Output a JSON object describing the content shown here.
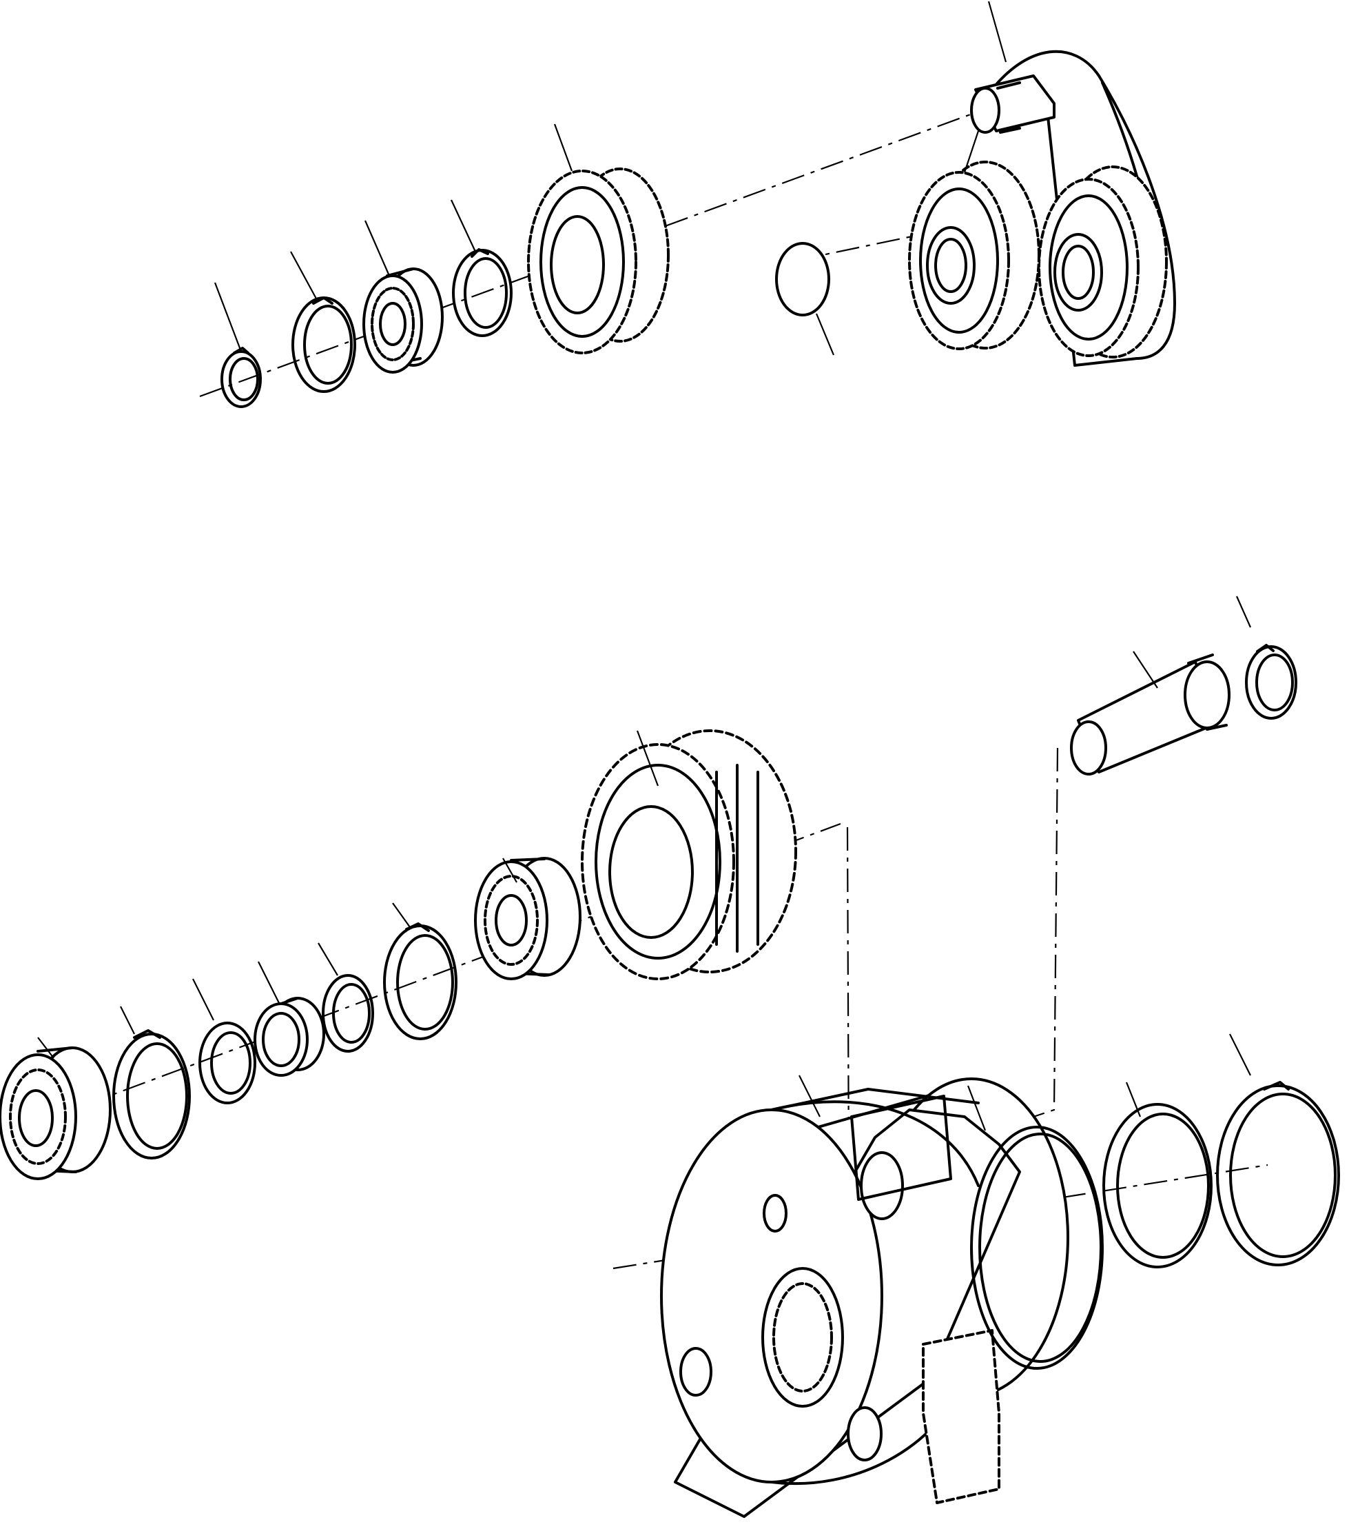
{
  "diagram": {
    "type": "exploded-parts-drawing",
    "colors": {
      "ink": "#000000",
      "paper": "#ffffff"
    },
    "upper_assembly": {
      "parts": [
        "snap-ring",
        "retaining-ring",
        "ball-bearing",
        "circlip",
        "spur-gear",
        "thrust-washer",
        "planet-gear",
        "planet-gear",
        "planet-carrier-with-pin"
      ]
    },
    "lower_assembly": {
      "parts": [
        "ball-bearing",
        "retaining-ring",
        "shim-ring",
        "spacer-bushing",
        "shim-ring",
        "circlip",
        "ball-bearing",
        "spur-gear",
        "pin",
        "snap-ring",
        "planet-hub-housing",
        "o-ring",
        "seal-ring",
        "retaining-ring"
      ]
    }
  }
}
